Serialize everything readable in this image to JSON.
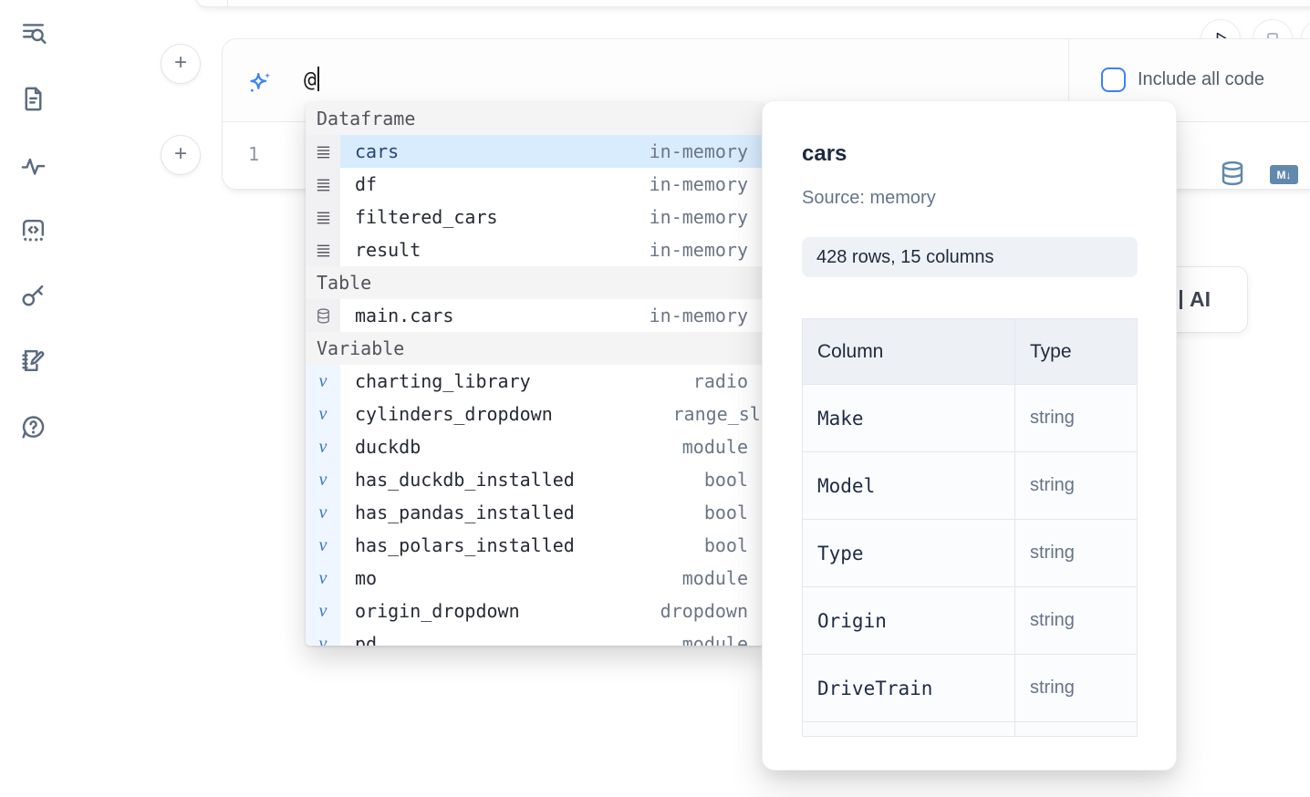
{
  "colors": {
    "accent_blue": "#3b82f6",
    "selection_blue": "#d9ecfd",
    "steel_icon": "#6089ad"
  },
  "sidebar": {
    "icons": [
      "toc-search",
      "snippets-file",
      "tracing-activity",
      "code-snippet",
      "secrets-key",
      "scratchpad-notebook",
      "help-chat"
    ]
  },
  "run_controls": {
    "play": "run-button",
    "stop": "stop-button"
  },
  "cell": {
    "add_button_label": "+",
    "prompt_value": "@",
    "include_all_code_label": "Include all code",
    "line_number": "1"
  },
  "ai_card": {
    "label": "AI"
  },
  "autocomplete": {
    "variable_glyph": "v",
    "sections": [
      {
        "label": "Dataframe",
        "items": [
          {
            "name": "cars",
            "type": "in-memory"
          },
          {
            "name": "df",
            "type": "in-memory"
          },
          {
            "name": "filtered_cars",
            "type": "in-memory"
          },
          {
            "name": "result",
            "type": "in-memory"
          }
        ]
      },
      {
        "label": "Table",
        "items": [
          {
            "name": "main.cars",
            "type": "in-memory"
          }
        ]
      },
      {
        "label": "Variable",
        "items": [
          {
            "name": "charting_library",
            "type": "radio"
          },
          {
            "name": "cylinders_dropdown",
            "type": "range_slider"
          },
          {
            "name": "duckdb",
            "type": "module"
          },
          {
            "name": "has_duckdb_installed",
            "type": "bool"
          },
          {
            "name": "has_pandas_installed",
            "type": "bool"
          },
          {
            "name": "has_polars_installed",
            "type": "bool"
          },
          {
            "name": "mo",
            "type": "module"
          },
          {
            "name": "origin_dropdown",
            "type": "dropdown"
          },
          {
            "name": "pd",
            "type": "module"
          }
        ]
      }
    ]
  },
  "preview": {
    "title": "cars",
    "source": "Source: memory",
    "shape": "428 rows, 15 columns",
    "table": {
      "headers": {
        "column": "Column",
        "type": "Type"
      },
      "rows": [
        {
          "column": "Make",
          "type": "string"
        },
        {
          "column": "Model",
          "type": "string"
        },
        {
          "column": "Type",
          "type": "string"
        },
        {
          "column": "Origin",
          "type": "string"
        },
        {
          "column": "DriveTrain",
          "type": "string"
        }
      ]
    }
  }
}
